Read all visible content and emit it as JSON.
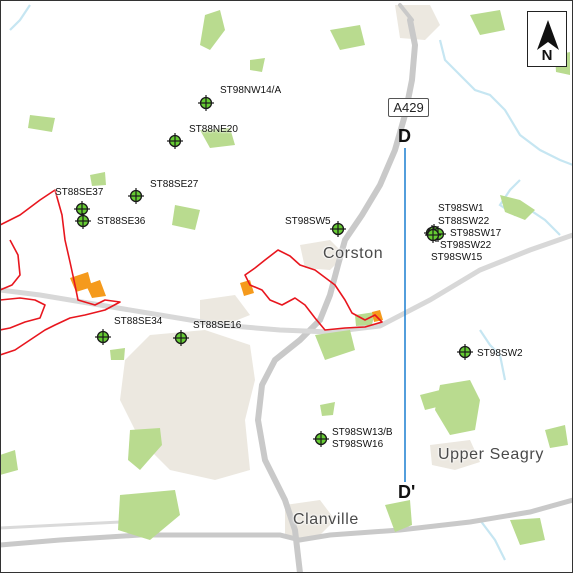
{
  "north_arrow": {
    "label": "N",
    "icon": "north-arrow-icon"
  },
  "road": {
    "label": "A429"
  },
  "section_line": {
    "start_label": "D",
    "end_label": "D'",
    "color": "#1a7fd0"
  },
  "places": {
    "corston": "Corston",
    "upper_seagry": "Upper Seagry",
    "clanville": "Clanville"
  },
  "sites": [
    {
      "id": "st98nw14a",
      "label": "ST98NW14/A"
    },
    {
      "id": "st88ne20",
      "label": "ST88NE20"
    },
    {
      "id": "st88se27",
      "label": "ST88SE27"
    },
    {
      "id": "st88se37",
      "label": "ST88SE37"
    },
    {
      "id": "st88se36",
      "label": "ST88SE36"
    },
    {
      "id": "st98sw5",
      "label": "ST98SW5"
    },
    {
      "id": "st98sw1",
      "label": "ST98SW1"
    },
    {
      "id": "st88sw22",
      "label": "ST88SW22"
    },
    {
      "id": "st98sw17",
      "label": "ST98SW17"
    },
    {
      "id": "st98sw22",
      "label": "ST98SW22"
    },
    {
      "id": "st98sw15",
      "label": "ST98SW15"
    },
    {
      "id": "st88se34",
      "label": "ST88SE34"
    },
    {
      "id": "st88se16",
      "label": "ST88SE16"
    },
    {
      "id": "st98sw2",
      "label": "ST98SW2"
    },
    {
      "id": "st98sw13b",
      "label": "ST98SW13/B"
    },
    {
      "id": "st98sw16",
      "label": "ST98SW16"
    }
  ],
  "colors": {
    "woodland": "#b9db8f",
    "urban": "#ece8e0",
    "road": "#c6c6c6",
    "boundary": "#e8161e",
    "highlight": "#f59a1c",
    "water": "#c6e6f2",
    "marker": "#66cc33"
  }
}
